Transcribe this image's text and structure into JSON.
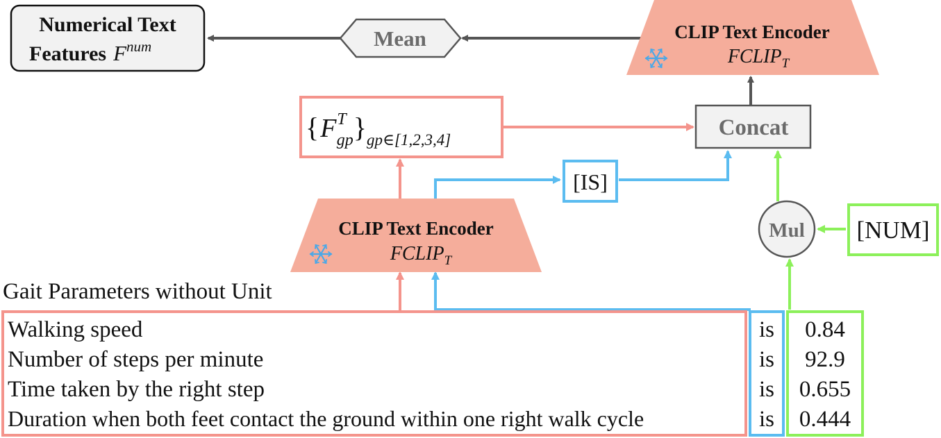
{
  "output_box": {
    "line1": "Numerical Text",
    "line2_prefix": "Features",
    "symbol_base": "F",
    "symbol_sup": "num"
  },
  "mean_node": {
    "label": "Mean"
  },
  "encoder_top": {
    "title": "CLIP Text Encoder",
    "symbol_base": "FCLIP",
    "symbol_sub": "T",
    "frozen_icon": "snowflake-icon"
  },
  "encoder_bottom": {
    "title": "CLIP Text Encoder",
    "symbol_base": "FCLIP",
    "symbol_sub": "T",
    "frozen_icon": "snowflake-icon"
  },
  "concat_node": {
    "label": "Concat"
  },
  "features_set": {
    "open": "{",
    "base": "F",
    "sup": "T",
    "sub": "gp",
    "close": "}",
    "range_sub": "gp∈[1,2,3,4]"
  },
  "is_token": {
    "label": "[IS]"
  },
  "mul_node": {
    "label": "Mul"
  },
  "num_token": {
    "label": "[NUM]"
  },
  "gait_caption": "Gait Parameters without Unit",
  "gait_rows": [
    {
      "param": "Walking speed",
      "is": "is",
      "value": "0.84"
    },
    {
      "param": "Number of steps per minute",
      "is": "is",
      "value": "92.9"
    },
    {
      "param": "Time taken by the right step",
      "is": "is",
      "value": "0.655"
    },
    {
      "param": "Duration when both feet contact the ground within one right walk cycle",
      "is": "is",
      "value": "0.444"
    }
  ],
  "colors": {
    "red": "#f4948c",
    "blue": "#5bbcf0",
    "green": "#8cf05a",
    "gray": "#555555",
    "encoder_fill": "#f5ad9b",
    "node_fill": "#f2f2f2",
    "node_text": "#6b6b6b",
    "snowflake": "#4aa8e8"
  }
}
